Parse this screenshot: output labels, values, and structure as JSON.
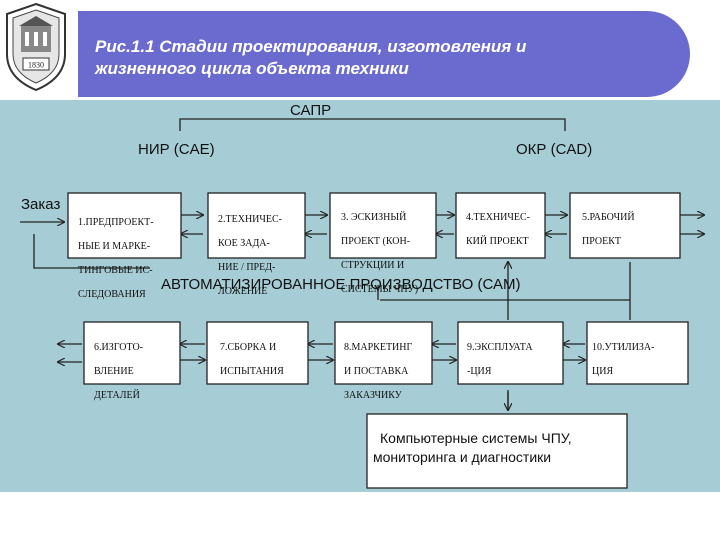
{
  "title": {
    "line1": "Рис.1.1 Стадии проектирования, изготовления и",
    "line2": "жизненного цикла объекта техники"
  },
  "logo": {
    "icon": "university-crest-icon",
    "year": "1830"
  },
  "labels": {
    "sapr": "САПР",
    "nir": "НИР (CAE)",
    "okr": "ОКР (CAD)",
    "order": "Заказ",
    "cam": "АВТОМАТИЗИРОВАННОЕ  ПРОИЗВОДСТВО (САМ)"
  },
  "top_row": [
    {
      "lines": [
        "1.ПРЕДПРОЕКТ-",
        "НЫЕ  И МАРКЕ-",
        "ТИНГОВЫЕ ИС-",
        "СЛЕДОВАНИЯ"
      ]
    },
    {
      "lines": [
        "2.ТЕХНИЧЕС-",
        "КОЕ ЗАДА-",
        "НИЕ / ПРЕД-",
        "ЛОЖЕНИЕ"
      ]
    },
    {
      "lines": [
        "3. ЭСКИЗНЫЙ",
        "ПРОЕКТ (КОН-",
        "СТРУКЦИИ  И",
        "СИСТЕМЫ ЧПУ)"
      ]
    },
    {
      "lines": [
        "4.ТЕХНИЧЕС-",
        "КИЙ ПРОЕКТ"
      ]
    },
    {
      "lines": [
        "5.РАБОЧИЙ",
        "ПРОЕКТ"
      ]
    }
  ],
  "bottom_row": [
    {
      "lines": [
        "6.ИЗГОТО-",
        "ВЛЕНИЕ",
        "ДЕТАЛЕЙ"
      ]
    },
    {
      "lines": [
        "7.СБОРКА И",
        "ИСПЫТАНИЯ"
      ]
    },
    {
      "lines": [
        "8.МАРКЕТИНГ",
        "И ПОСТАВКА",
        "ЗАКАЗЧИКУ"
      ]
    },
    {
      "lines": [
        "9.ЭКСПЛУАТА",
        "-ЦИЯ"
      ]
    },
    {
      "lines": [
        "10.УТИЛИЗА-",
        "ЦИЯ"
      ]
    }
  ],
  "cnc_box": {
    "line1": "Компьютерные системы ЧПУ,",
    "line2": "мониторинга и диагностики"
  },
  "colors": {
    "title_bg": "#6b6bcf",
    "diagram_bg": "#a6ccd6",
    "box_bg": "#ffffff",
    "line": "#222222"
  }
}
